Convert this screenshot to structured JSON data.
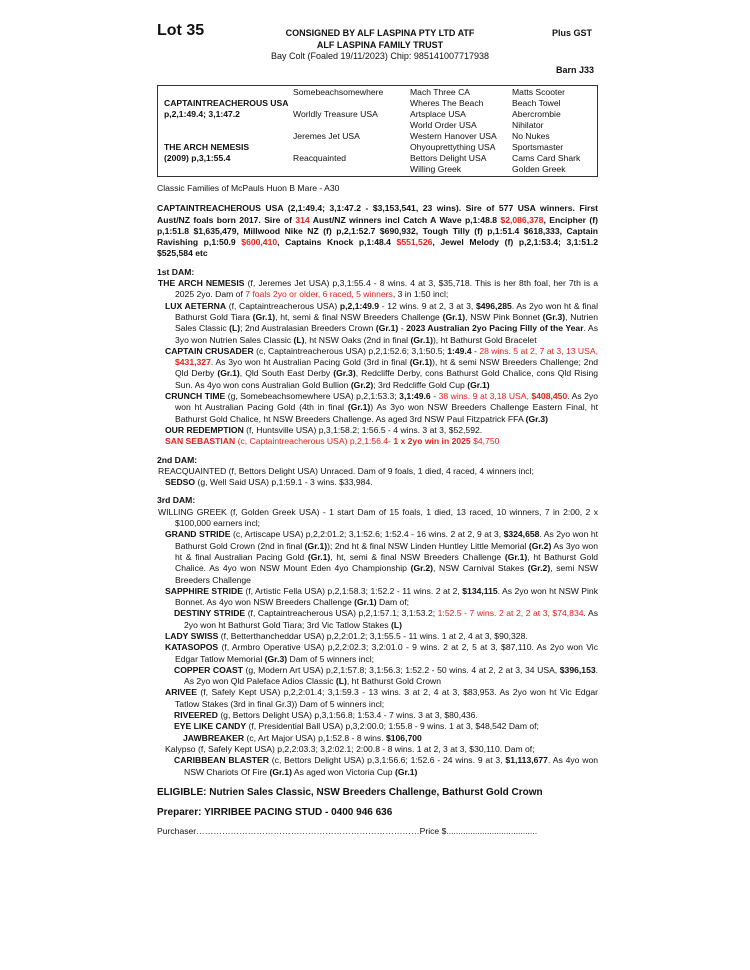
{
  "header": {
    "lot": "Lot 35",
    "consignor_line1": "CONSIGNED BY ALF LASPINA PTY LTD ATF",
    "consignor_line2": "ALF LASPINA FAMILY TRUST",
    "description": "Bay Colt (Foaled 19/11/2023) Chip: 985141007717938",
    "gst": "Plus GST",
    "barn": "Barn J33"
  },
  "pedigree": {
    "sire": "CAPTAINTREACHEROUS USA",
    "sire_record": "p,2,1:49.4; 3,1:47.2",
    "dam": "THE ARCH NEMESIS",
    "dam_record": "(2009) p,3,1:55.4",
    "gen2": [
      "Somebeachsomewhere",
      "Worldly Treasure USA",
      "Jeremes Jet USA",
      "Reacquainted"
    ],
    "gen3": [
      "Mach Three CA",
      "Wheres The Beach",
      "Artsplace USA",
      "World Order USA",
      "Western Hanover USA",
      "Ohyouprettything USA",
      "Bettors Delight USA",
      "Willing Greek"
    ],
    "gen4": [
      "Matts Scooter",
      "Beach Towel",
      "Abercrombie",
      "Nihilator",
      "No Nukes",
      "Sportsmaster",
      "Cams Card Shark",
      "Golden Greek"
    ]
  },
  "family": "Classic Families of McPauls Huon B Mare - A30",
  "paragraphs": [
    {
      "cls": "p",
      "segs": [
        {
          "t": "CAPTAINTREACHEROUS USA (2,1:49.4; 3,1:47.2 - $3,153,541, 23 wins). Sire of 577 USA winners. First Aust/NZ foals born 2017. Sire of ",
          "s": "b"
        },
        {
          "t": "314",
          "s": "br"
        },
        {
          "t": " Aust/NZ winners incl Catch A Wave p,1:48.8 ",
          "s": "b"
        },
        {
          "t": "$2,086,378",
          "s": "br"
        },
        {
          "t": ", Encipher (f) p,1:51.8  $1,635,479, Millwood Nike NZ (f) p,2,1:52.7 $690,932, Tough Tilly (f) p,1:51.4 $618,333, Captain Ravishing p,1:50.9 ",
          "s": "b"
        },
        {
          "t": "$600,410",
          "s": "br"
        },
        {
          "t": ", Captains Knock p,1:48.4 ",
          "s": "b"
        },
        {
          "t": "$551,526",
          "s": "br"
        },
        {
          "t": ", Jewel Melody (f) p,2,1:53.4; 3,1:51.2 $525,584 etc",
          "s": "b"
        }
      ]
    },
    {
      "cls": "head",
      "segs": [
        {
          "t": "1st DAM:"
        }
      ]
    },
    {
      "cls": "p l0",
      "segs": [
        {
          "t": "THE ARCH NEMESIS",
          "s": "b"
        },
        {
          "t": " (f, Jeremes Jet USA) p,3,1:55.4 - 8 wins. 4 at 3, $35,718. This is her 8th foal, her 7th is a 2025 2yo. Dam of "
        },
        {
          "t": "7 foals 2yo or older, 6 raced, 5 winners",
          "s": "r"
        },
        {
          "t": ", 3 in 1:50 incl;"
        }
      ]
    },
    {
      "cls": "p l1",
      "segs": [
        {
          "t": "LUX AETERNA",
          "s": "b"
        },
        {
          "t": " (f, Captaintreacherous USA) "
        },
        {
          "t": "p,2,1:49.9",
          "s": "b"
        },
        {
          "t": " - 12 wins. 9 at 2, 3 at 3, "
        },
        {
          "t": "$496,285",
          "s": "b"
        },
        {
          "t": ". As 2yo won ht & final Bathurst Gold Tiara "
        },
        {
          "t": "(Gr.1)",
          "s": "b"
        },
        {
          "t": ", ht, semi & final NSW Breeders Challenge "
        },
        {
          "t": "(Gr.1)",
          "s": "b"
        },
        {
          "t": ", NSW Pink Bonnet "
        },
        {
          "t": "(Gr.3)",
          "s": "b"
        },
        {
          "t": ", Nutrien Sales Classic "
        },
        {
          "t": "(L)",
          "s": "b"
        },
        {
          "t": "; 2nd Australasian Breeders Crown "
        },
        {
          "t": "(Gr.1)",
          "s": "b"
        },
        {
          "t": " - "
        },
        {
          "t": "2023 Australian 2yo Pacing Filly of the Year",
          "s": "b"
        },
        {
          "t": ". As 3yo won Nutrien Sales Classic "
        },
        {
          "t": "(L)",
          "s": "b"
        },
        {
          "t": ", ht NSW Oaks (2nd in final "
        },
        {
          "t": "(Gr.1)",
          "s": "b"
        },
        {
          "t": "), ht Bathurst Gold Bracelet"
        }
      ]
    },
    {
      "cls": "p l1",
      "segs": [
        {
          "t": "CAPTAIN CRUSADER",
          "s": "b"
        },
        {
          "t": " (c, Captaintreacherous USA) p,2,1:52.6; 3,1:50.5; "
        },
        {
          "t": "1:49.4",
          "s": "b"
        },
        {
          "t": " - "
        },
        {
          "t": "28 wins. 5 at 2, 7 at 3, 13 USA, ",
          "s": "r"
        },
        {
          "t": "$431,327",
          "s": "br"
        },
        {
          "t": ". As 3yo won ht Australian Pacing Gold (3rd in final "
        },
        {
          "t": "(Gr.1)",
          "s": "b"
        },
        {
          "t": "), ht & semi NSW Breeders Challenge; 2nd Qld Derby "
        },
        {
          "t": "(Gr.1)",
          "s": "b"
        },
        {
          "t": ", Qld South East Derby "
        },
        {
          "t": "(Gr.3)",
          "s": "b"
        },
        {
          "t": ", Redcliffe Derby, cons Bathurst Gold Chalice, cons Qld Rising Sun. As 4yo won cons Australian Gold Bullion "
        },
        {
          "t": "(Gr.2)",
          "s": "b"
        },
        {
          "t": "; 3rd Redcliffe Gold Cup "
        },
        {
          "t": "(Gr.1)",
          "s": "b"
        }
      ]
    },
    {
      "cls": "p l1",
      "segs": [
        {
          "t": "CRUNCH TIME",
          "s": "b"
        },
        {
          "t": " (g, Somebeachsomewhere USA) p,2,1:53.3; "
        },
        {
          "t": "3,1:49.6",
          "s": "b"
        },
        {
          "t": " - "
        },
        {
          "t": "38 wins. 9 at 3,18 USA, ",
          "s": "r"
        },
        {
          "t": "$408,450",
          "s": "br"
        },
        {
          "t": ". As 2yo won ht Australian Pacing Gold (4th in final "
        },
        {
          "t": "(Gr.1)",
          "s": "b"
        },
        {
          "t": ") As 3yo won NSW Breeders Challenge Eastern Final, ht Bathurst Gold Chalice, ht NSW Breeders Challenge. As aged 3rd NSW Paul Fitzpatrick FFA "
        },
        {
          "t": "(Gr.3)",
          "s": "b"
        }
      ]
    },
    {
      "cls": "p l1",
      "segs": [
        {
          "t": "OUR REDEMPTION",
          "s": "b"
        },
        {
          "t": " (f, Huntsville USA) p,3,1:58.2; 1:56.5 - 4 wins. 3 at 3, $52,592."
        }
      ]
    },
    {
      "cls": "p l1",
      "segs": [
        {
          "t": "SAN SEBASTIAN",
          "s": "br"
        },
        {
          "t": " (c, Captaintreacherous USA) p,2,1:56.4-  ",
          "s": "r"
        },
        {
          "t": "1 x 2yo win in 2025",
          "s": "br"
        },
        {
          "t": " $4,750",
          "s": "r"
        }
      ]
    },
    {
      "cls": "head",
      "segs": [
        {
          "t": "2nd DAM:"
        }
      ]
    },
    {
      "cls": "p l0",
      "segs": [
        {
          "t": "REACQUAINTED (f, Bettors Delight USA) Unraced. Dam of 9 foals, 1 died, 4 raced, 4 winners incl;"
        }
      ]
    },
    {
      "cls": "p l1",
      "segs": [
        {
          "t": "SEDSO",
          "s": "b"
        },
        {
          "t": " (g, Well Said USA) p,1:59.1 - 3 wins. $33,984."
        }
      ]
    },
    {
      "cls": "head",
      "segs": [
        {
          "t": "3rd DAM:"
        }
      ]
    },
    {
      "cls": "p l0",
      "segs": [
        {
          "t": "WILLING GREEK (f, Golden Greek USA) - 1 start Dam of 15 foals, 1 died, 13 raced, 10 winners, 7 in 2:00, 2 x $100,000 earners incl;"
        }
      ]
    },
    {
      "cls": "p l1",
      "segs": [
        {
          "t": "GRAND STRIDE",
          "s": "b"
        },
        {
          "t": " (c, Artiscape USA) p,2,2:01.2; 3,1:52.6; 1:52.4 - 16 wins. 2 at 2, 9 at 3, "
        },
        {
          "t": "$324,658",
          "s": "b"
        },
        {
          "t": ". As 2yo won ht Bathurst Gold Crown (2nd in final "
        },
        {
          "t": "(Gr.1)",
          "s": "b"
        },
        {
          "t": "); 2nd ht & final NSW Linden Huntley Little Memorial "
        },
        {
          "t": "(Gr.2)",
          "s": "b"
        },
        {
          "t": " As 3yo won ht & final Australian Pacing Gold "
        },
        {
          "t": "(Gr.1)",
          "s": "b"
        },
        {
          "t": ", ht, semi & final NSW Breeders Challenge "
        },
        {
          "t": "(Gr.1)",
          "s": "b"
        },
        {
          "t": ", ht Bathurst Gold Chalice. As 4yo won NSW Mount Eden 4yo Championship "
        },
        {
          "t": "(Gr.2)",
          "s": "b"
        },
        {
          "t": ", NSW Carnival Stakes "
        },
        {
          "t": "(Gr.2)",
          "s": "b"
        },
        {
          "t": ", semi NSW Breeders Challenge"
        }
      ]
    },
    {
      "cls": "p l1",
      "segs": [
        {
          "t": "SAPPHIRE STRIDE",
          "s": "b"
        },
        {
          "t": " (f, Artistic Fella USA) p,2,1:58.3; 1:52.2 - 11 wins. 2 at 2, "
        },
        {
          "t": "$134,115",
          "s": "b"
        },
        {
          "t": ". As 2yo won ht NSW Pink Bonnet. As 4yo won NSW Breeders Challenge "
        },
        {
          "t": "(Gr.1)",
          "s": "b"
        },
        {
          "t": " Dam of;"
        }
      ]
    },
    {
      "cls": "p l2",
      "segs": [
        {
          "t": "DESTINY STRIDE",
          "s": "b"
        },
        {
          "t": " (f, Captaintreacherous USA) p,2,1:57.1; 3,1:53.2; "
        },
        {
          "t": "1:52.5 - 7 wins. 2 at 2, 2 at 3, $74,834",
          "s": "r"
        },
        {
          "t": ". As 2yo won ht Bathurst Gold Tiara; 3rd Vic Tatlow Stakes "
        },
        {
          "t": "(L)",
          "s": "b"
        }
      ]
    },
    {
      "cls": "p l1",
      "segs": [
        {
          "t": "LADY SWISS",
          "s": "b"
        },
        {
          "t": " (f, Betterthancheddar USA) p,2,2:01.2; 3,1:55.5 - 11 wins. 1 at 2, 4 at 3, $90,328."
        }
      ]
    },
    {
      "cls": "p l1",
      "segs": [
        {
          "t": "KATASOPOS",
          "s": "b"
        },
        {
          "t": " (f, Armbro Operative USA) p,2,2:02.3; 3,2:01.0 - 9 wins. 2 at 2, 5 at 3, $87,110. As 2yo won Vic Edgar Tatlow Memorial "
        },
        {
          "t": "(Gr.3)",
          "s": "b"
        },
        {
          "t": " Dam of 5 winners incl;"
        }
      ]
    },
    {
      "cls": "p l2",
      "segs": [
        {
          "t": "COPPER COAST",
          "s": "b"
        },
        {
          "t": " (g, Modern Art USA) p,2,1:57.8; 3,1:56.3; 1:52.2 - 50 wins. 4 at 2, 2 at 3, 34 USA, "
        },
        {
          "t": "$396,153",
          "s": "b"
        },
        {
          "t": ". As 2yo won Qld Paleface Adios Classic "
        },
        {
          "t": "(L)",
          "s": "b"
        },
        {
          "t": ", ht Bathurst Gold Crown"
        }
      ]
    },
    {
      "cls": "p l1",
      "segs": [
        {
          "t": "ARIVEE",
          "s": "b"
        },
        {
          "t": " (f, Safely Kept USA) p,2,2:01.4; 3,1:59.3 - 13 wins. 3 at 2, 4 at 3, $83,953. As 2yo won ht Vic Edgar Tatlow Stakes (3rd in final Gr.3)) Dam of 5 winners incl;"
        }
      ]
    },
    {
      "cls": "p l2",
      "segs": [
        {
          "t": "RIVEERED",
          "s": "b"
        },
        {
          "t": " (g, Bettors Delight USA) p,3,1:56.8; 1:53.4 - 7 wins. 3 at 3, $80,436."
        }
      ]
    },
    {
      "cls": "p l2",
      "segs": [
        {
          "t": "EYE LIKE CANDY",
          "s": "b"
        },
        {
          "t": " (f, Presidential Ball USA) p,3,2:00.0; 1:55.8 - 9 wins. 1 at 3, $48,542 Dam of;"
        }
      ]
    },
    {
      "cls": "p l3",
      "segs": [
        {
          "t": "JAWBREAKER",
          "s": "b"
        },
        {
          "t": " (c, Art Major USA) p,1:52.8 - 8 wins. "
        },
        {
          "t": "$106,700",
          "s": "b"
        }
      ]
    },
    {
      "cls": "p l1",
      "segs": [
        {
          "t": "Kalypso (f, Safely Kept USA) p,2,2:03.3; 3,2:02.1; 2:00.8 - 8 wins. 1 at 2, 3 at 3, $30,110. Dam of;"
        }
      ]
    },
    {
      "cls": "p l2",
      "segs": [
        {
          "t": "CARIBBEAN BLASTER",
          "s": "b"
        },
        {
          "t": " (c, Bettors Delight USA) p,3,1:56.6; 1:52.6 - 24 wins. 9 at 3, "
        },
        {
          "t": "$1,113,677",
          "s": "b"
        },
        {
          "t": ". As 4yo won NSW Chariots Of Fire "
        },
        {
          "t": "(Gr.1)",
          "s": "b"
        },
        {
          "t": " As aged won Victoria Cup "
        },
        {
          "t": "(Gr.1)",
          "s": "b"
        }
      ]
    }
  ],
  "eligible": "ELIGIBLE: Nutrien Sales Classic, NSW Breeders Challenge, Bathurst Gold Crown",
  "preparer": "Preparer: YIRRIBEE PACING STUD - 0400 946 636",
  "purchaser": "Purchaser……………………………………………………………………Price $......................................"
}
